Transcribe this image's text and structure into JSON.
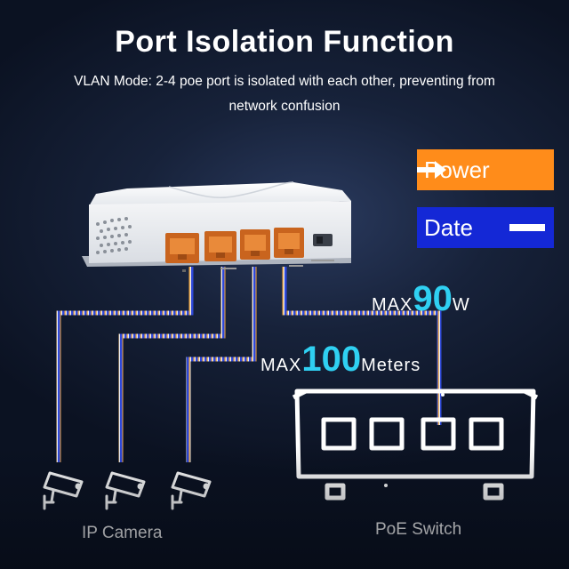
{
  "header": {
    "title": "Port Isolation Function",
    "subtitle_line1": "VLAN Mode: 2-4 poe port is isolated with each other, preventing from",
    "subtitle_line2": "network confusion"
  },
  "legend": {
    "power_label": "Power",
    "data_label": "Date",
    "power_color": "#ff8c1a",
    "data_color": "#1428d6"
  },
  "specs": {
    "power_prefix": "MAX",
    "power_value": "90",
    "power_unit": "W",
    "distance_prefix": "MAX",
    "distance_value": "100",
    "distance_unit": "Meters",
    "highlight_color": "#2fd0f2"
  },
  "labels": {
    "camera": "IP Camera",
    "switch": "PoE Switch"
  },
  "icons": [
    "poe-extender-device",
    "ethernet-port",
    "ip-camera-icon",
    "poe-switch-icon",
    "arrow-right-icon"
  ]
}
